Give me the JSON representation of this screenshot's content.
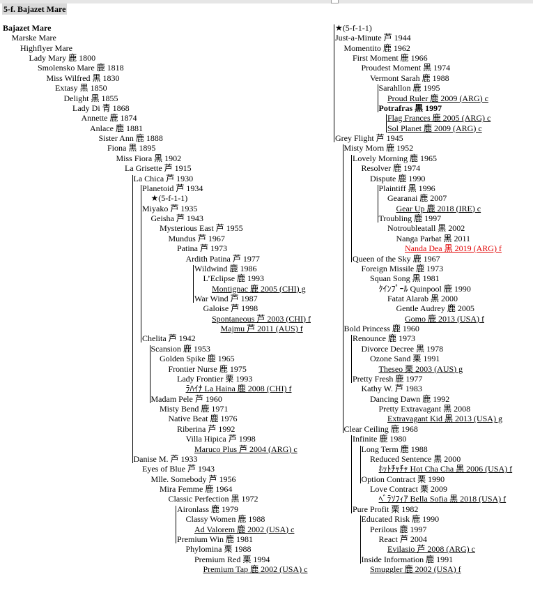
{
  "title": "5-f. Bajazet Mare",
  "colors": {
    "highlight": "#e00000",
    "title_bg": "#d9d9d9"
  },
  "left_column": [
    {
      "t": "Bajazet Mare",
      "lv": 0,
      "b": true
    },
    {
      "t": "Marske Mare",
      "lv": 1
    },
    {
      "t": "Highflyer Mare",
      "lv": 2
    },
    {
      "t": "Lady Mary  鹿 1800",
      "lv": 3
    },
    {
      "t": "Smolensko Mare 鹿 1818",
      "lv": 4
    },
    {
      "t": "Miss Wilfred 黒 1830",
      "lv": 5
    },
    {
      "t": "Extasy 黒 1850",
      "lv": 6
    },
    {
      "t": "Delight 黒 1855",
      "lv": 7
    },
    {
      "t": "Lady Di 青 1868",
      "lv": 8
    },
    {
      "t": "Annette 鹿 1874",
      "lv": 9
    },
    {
      "t": "Anlace 鹿 1881",
      "lv": 10
    },
    {
      "t": "Sister Ann 鹿 1888",
      "lv": 11
    },
    {
      "t": "Fiona 黒 1895",
      "lv": 12
    },
    {
      "t": "Miss Fiora 黒 1902",
      "lv": 13
    },
    {
      "t": "La Grisette 芦 1915",
      "lv": 14
    },
    {
      "t": "La Chica 芦 1930",
      "lv": 15
    },
    {
      "t": "Planetoid 芦 1934",
      "lv": 16
    },
    {
      "t": "★(5-f-1-1)",
      "lv": 17
    },
    {
      "t": "Miyako 芦 1935",
      "lv": 16
    },
    {
      "t": "Geisha 芦 1943",
      "lv": 17
    },
    {
      "t": "Mysterious East 芦 1955",
      "lv": 18
    },
    {
      "t": "Mundus 芦 1967",
      "lv": 19
    },
    {
      "t": "Patina 芦 1973",
      "lv": 20
    },
    {
      "t": "Ardith Patina 芦 1977",
      "lv": 21
    },
    {
      "t": "Wildwind 鹿 1986",
      "lv": 22
    },
    {
      "t": "L’Eclipse 鹿 1993",
      "lv": 23
    },
    {
      "t": "Montignac 鹿 2005 (CHI) g",
      "lv": 24,
      "u": true
    },
    {
      "t": "War Wind 芦 1987",
      "lv": 22
    },
    {
      "t": "Galoise 芦 1998",
      "lv": 23
    },
    {
      "t": "Spontaneous 芦 2003 (CHI) f",
      "lv": 24,
      "u": true
    },
    {
      "t": "Majmu 芦 2011 (AUS) f",
      "lv": 25,
      "u": true
    },
    {
      "t": "Chelita 芦 1942",
      "lv": 16
    },
    {
      "t": "Scansion 鹿 1953",
      "lv": 17
    },
    {
      "t": "Golden Spike 鹿 1965",
      "lv": 18
    },
    {
      "t": "Frontier Nurse 鹿 1975",
      "lv": 19
    },
    {
      "t": "Lady Frontier 栗 1993",
      "lv": 20
    },
    {
      "t": "ﾗﾊｲﾅ La Haina 鹿 2008 (CHI) f",
      "lv": 21,
      "u": true
    },
    {
      "t": "Madam Pele 芦 1960",
      "lv": 17
    },
    {
      "t": "Misty Bend 鹿 1971",
      "lv": 18
    },
    {
      "t": "Native Beat 鹿 1976",
      "lv": 19
    },
    {
      "t": "Riberina 芦 1992",
      "lv": 20
    },
    {
      "t": "Villa Hipica 芦 1998",
      "lv": 21
    },
    {
      "t": "Maruco Plus 芦 2004 (ARG) c",
      "lv": 22,
      "u": true
    },
    {
      "t": "Danise M. 芦 1933",
      "lv": 15
    },
    {
      "t": "Eyes of Blue 芦 1943",
      "lv": 16
    },
    {
      "t": "Mlle. Somebody 芦 1956",
      "lv": 17
    },
    {
      "t": "Mira Femme 鹿 1964",
      "lv": 18
    },
    {
      "t": "Classic Perfection 黒 1972",
      "lv": 19
    },
    {
      "t": "Aironlass 鹿 1979",
      "lv": 20
    },
    {
      "t": "Classy Women 鹿 1988",
      "lv": 21
    },
    {
      "t": "Ad Valorem 鹿 2002 (USA) c",
      "lv": 22,
      "u": true
    },
    {
      "t": "Premium Win 鹿 1981",
      "lv": 20
    },
    {
      "t": "Phylomina 栗 1988",
      "lv": 21
    },
    {
      "t": "Premium Red 栗 1994",
      "lv": 22
    },
    {
      "t": "Premium Tap 鹿 2002 (USA) c",
      "lv": 23,
      "u": true
    }
  ],
  "right_column": [
    {
      "t": "★(5-f-1-1)",
      "lv": 0
    },
    {
      "t": "Just-a-Minute 芦 1944",
      "lv": 0
    },
    {
      "t": "Momentito 鹿 1962",
      "lv": 1
    },
    {
      "t": "First Moment 鹿 1966",
      "lv": 2
    },
    {
      "t": "Proudest Moment 黒 1974",
      "lv": 3
    },
    {
      "t": "Vermont Sarah 鹿 1988",
      "lv": 4
    },
    {
      "t": "Sarahllon 鹿 1995",
      "lv": 5
    },
    {
      "t": "Proud Ruler 鹿 2009 (ARG) c",
      "lv": 6,
      "u": true
    },
    {
      "t": "Potrafras 黒 1997",
      "lv": 5,
      "b": true
    },
    {
      "t": "Flag Frances 鹿 2005 (ARG) c",
      "lv": 6,
      "u": true
    },
    {
      "t": "Sol Planet 鹿 2009 (ARG) c",
      "lv": 6,
      "u": true
    },
    {
      "t": "Grey Flight 芦 1945",
      "lv": 0
    },
    {
      "t": "Misty Morn 鹿 1952",
      "lv": 1
    },
    {
      "t": "Lovely Morning 鹿 1965",
      "lv": 2
    },
    {
      "t": "Resolver 鹿 1974",
      "lv": 3
    },
    {
      "t": "Dispute 鹿 1990",
      "lv": 4
    },
    {
      "t": "Plaintiff 黒 1996",
      "lv": 5
    },
    {
      "t": "Gearanai 鹿 2007",
      "lv": 6
    },
    {
      "t": "Gear Up 鹿 2018 (IRE) c",
      "lv": 7,
      "u": true
    },
    {
      "t": "Troubling 鹿 1997",
      "lv": 5
    },
    {
      "t": "Notroubleatall 黒 2002",
      "lv": 6
    },
    {
      "t": "Nanga Parbat 黒 2011",
      "lv": 7
    },
    {
      "t": "Nanda Dea 黒 2019 (ARG) f",
      "lv": 8,
      "u": true,
      "red": true
    },
    {
      "t": "Queen of the Sky 鹿 1967",
      "lv": 2
    },
    {
      "t": "Foreign Missile 鹿 1973",
      "lv": 3
    },
    {
      "t": "Squan Song 黒 1981",
      "lv": 4
    },
    {
      "t": "ｸｲﾝﾌﾟｰﾙ Quinpool 鹿 1990",
      "lv": 5
    },
    {
      "t": "Fatat Alarab 黒 2000",
      "lv": 6
    },
    {
      "t": "Gentle Audrey 鹿 2005",
      "lv": 7
    },
    {
      "t": "Gomo 鹿 2013 (USA) f",
      "lv": 8,
      "u": true
    },
    {
      "t": "Bold Princess 鹿 1960",
      "lv": 1
    },
    {
      "t": "Renounce 鹿 1973",
      "lv": 2
    },
    {
      "t": "Divorce Decree 黒 1978",
      "lv": 3
    },
    {
      "t": "Ozone Sand 栗 1991",
      "lv": 4
    },
    {
      "t": "Theseo 栗 2003 (AUS) g",
      "lv": 5,
      "u": true
    },
    {
      "t": "Pretty Fresh 鹿 1977",
      "lv": 2
    },
    {
      "t": "Kathy W. 芦 1983",
      "lv": 3
    },
    {
      "t": "Dancing Dawn 鹿 1992",
      "lv": 4
    },
    {
      "t": "Pretty Extravagant 黒 2008",
      "lv": 5
    },
    {
      "t": "Extravagant Kid 黒 2013 (USA) g",
      "lv": 6,
      "u": true
    },
    {
      "t": "Clear Ceiling 鹿 1968",
      "lv": 1
    },
    {
      "t": "Infinite 鹿 1980",
      "lv": 2
    },
    {
      "t": "Long Term 鹿 1988",
      "lv": 3
    },
    {
      "t": "Reduced Sentence 黒 2000",
      "lv": 4
    },
    {
      "t": "ﾎｯﾄﾁｬﾁｬ Hot Cha Cha 黒 2006 (USA) f",
      "lv": 5,
      "u": true
    },
    {
      "t": "Option Contract 栗 1990",
      "lv": 3
    },
    {
      "t": "Love Contract 栗 2009",
      "lv": 4
    },
    {
      "t": "ﾍﾞﾗｿﾌｨｱ Bella Sofia 黒 2018 (USA) f",
      "lv": 5,
      "u": true
    },
    {
      "t": "Pure Profit 栗 1982",
      "lv": 2
    },
    {
      "t": "Educated Risk 鹿 1990",
      "lv": 3
    },
    {
      "t": "Perilous 鹿 1997",
      "lv": 4
    },
    {
      "t": "React 芦 2004",
      "lv": 5
    },
    {
      "t": "Evilasio 芦 2008 (ARG) c",
      "lv": 6,
      "u": true
    },
    {
      "t": "Inside Information 鹿 1991",
      "lv": 3
    },
    {
      "t": "Smuggler 鹿 2002 (USA) f",
      "lv": 4,
      "u": true
    }
  ]
}
